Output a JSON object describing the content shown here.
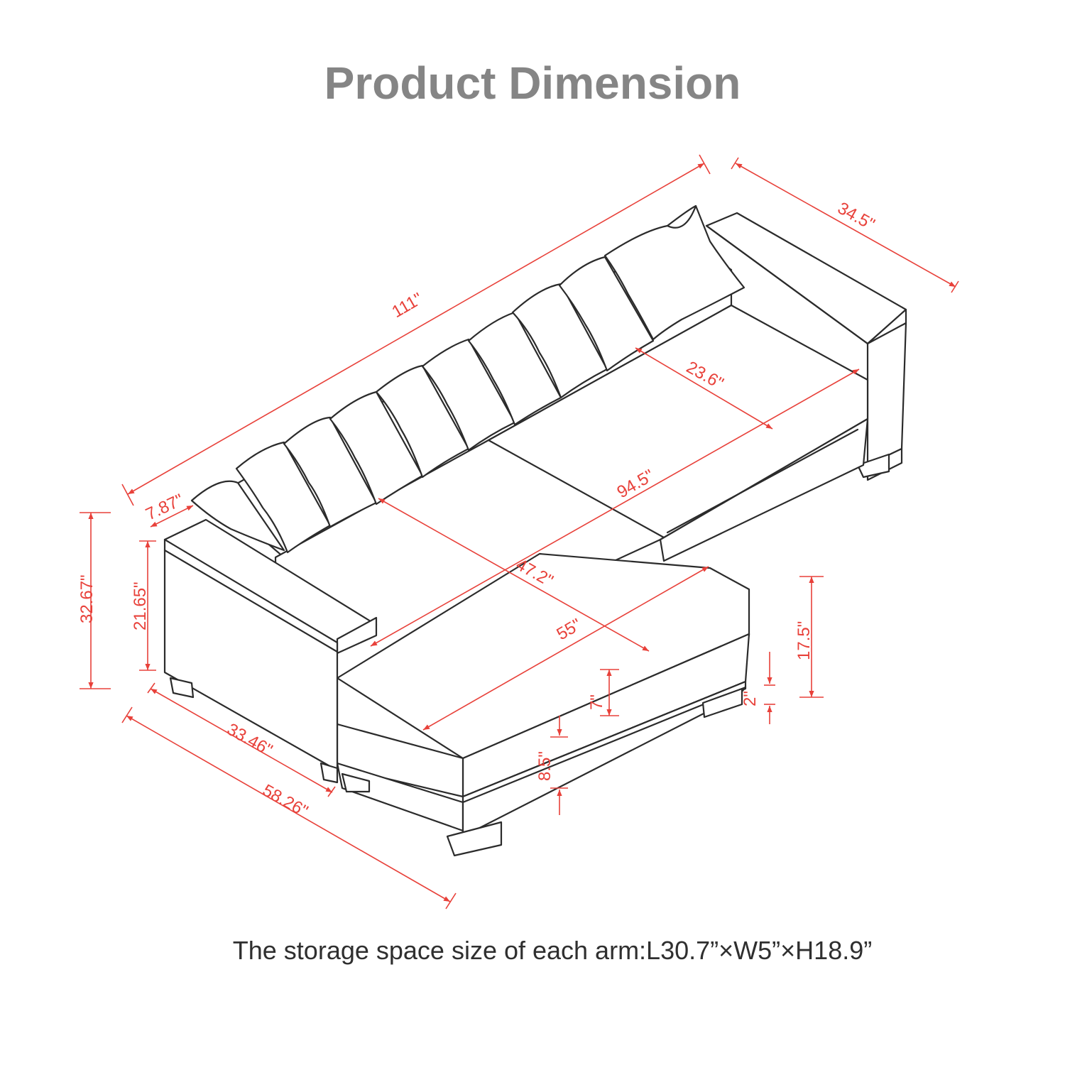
{
  "title": "Product Dimension",
  "caption": "The storage space size of each arm:L30.7”×W5”×H18.9”",
  "colors": {
    "dimension": "#e8413a",
    "outline": "#2b2b2b",
    "title": "#858585"
  },
  "dimensions": {
    "overall_length": "111\"",
    "overall_depth": "34.5\"",
    "back_thickness": "7.87\"",
    "seat_depth": "23.6\"",
    "seat_length": "94.5\"",
    "chaise_width": "47.2\"",
    "chaise_length": "55\"",
    "overall_height": "32.67\"",
    "arm_height": "21.65\"",
    "seat_height": "17.5\"",
    "leg_height": "2\"",
    "cushion_thickness": "7\"",
    "base_height": "8.5\"",
    "arm_depth": "33.46\"",
    "chaise_depth": "58.26\""
  }
}
